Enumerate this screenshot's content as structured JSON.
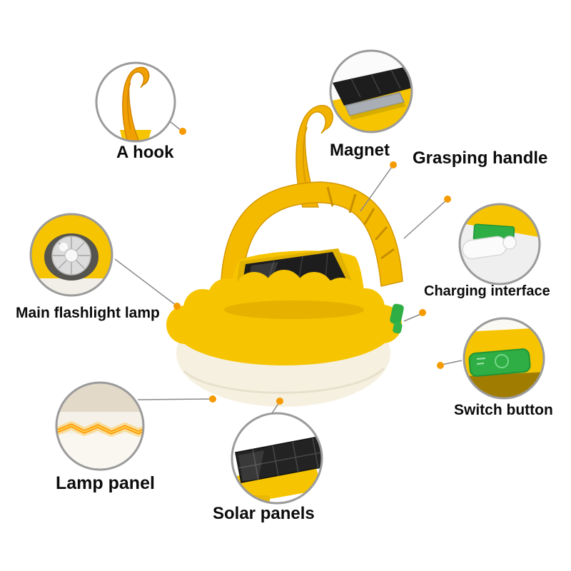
{
  "diagram": {
    "type": "product-feature-callout-diagram",
    "callouts": [
      {
        "id": "hook",
        "label": "A hook"
      },
      {
        "id": "magnet",
        "label": "Magnet"
      },
      {
        "id": "grasping-handle",
        "label": "Grasping handle"
      },
      {
        "id": "flashlight",
        "label": "Main flashlight lamp"
      },
      {
        "id": "charging",
        "label": "Charging interface"
      },
      {
        "id": "switch",
        "label": "Switch button"
      },
      {
        "id": "lamp-panel",
        "label": "Lamp panel"
      },
      {
        "id": "solar-panels",
        "label": "Solar panels"
      }
    ],
    "colors": {
      "body_yellow": "#f6c400",
      "handle_yellow": "#f4ba00",
      "hook_orange": "#f0a000",
      "accent_dot_orange": "#f59b00",
      "solar_panel_dark": "#1d1d1d",
      "switch_green": "#2fae45",
      "dome_ivory": "#f6f0e0",
      "callout_ring_gray": "#9b9b9b",
      "label_black": "#0c0c0c",
      "glow_orange": "#ff9100"
    }
  }
}
